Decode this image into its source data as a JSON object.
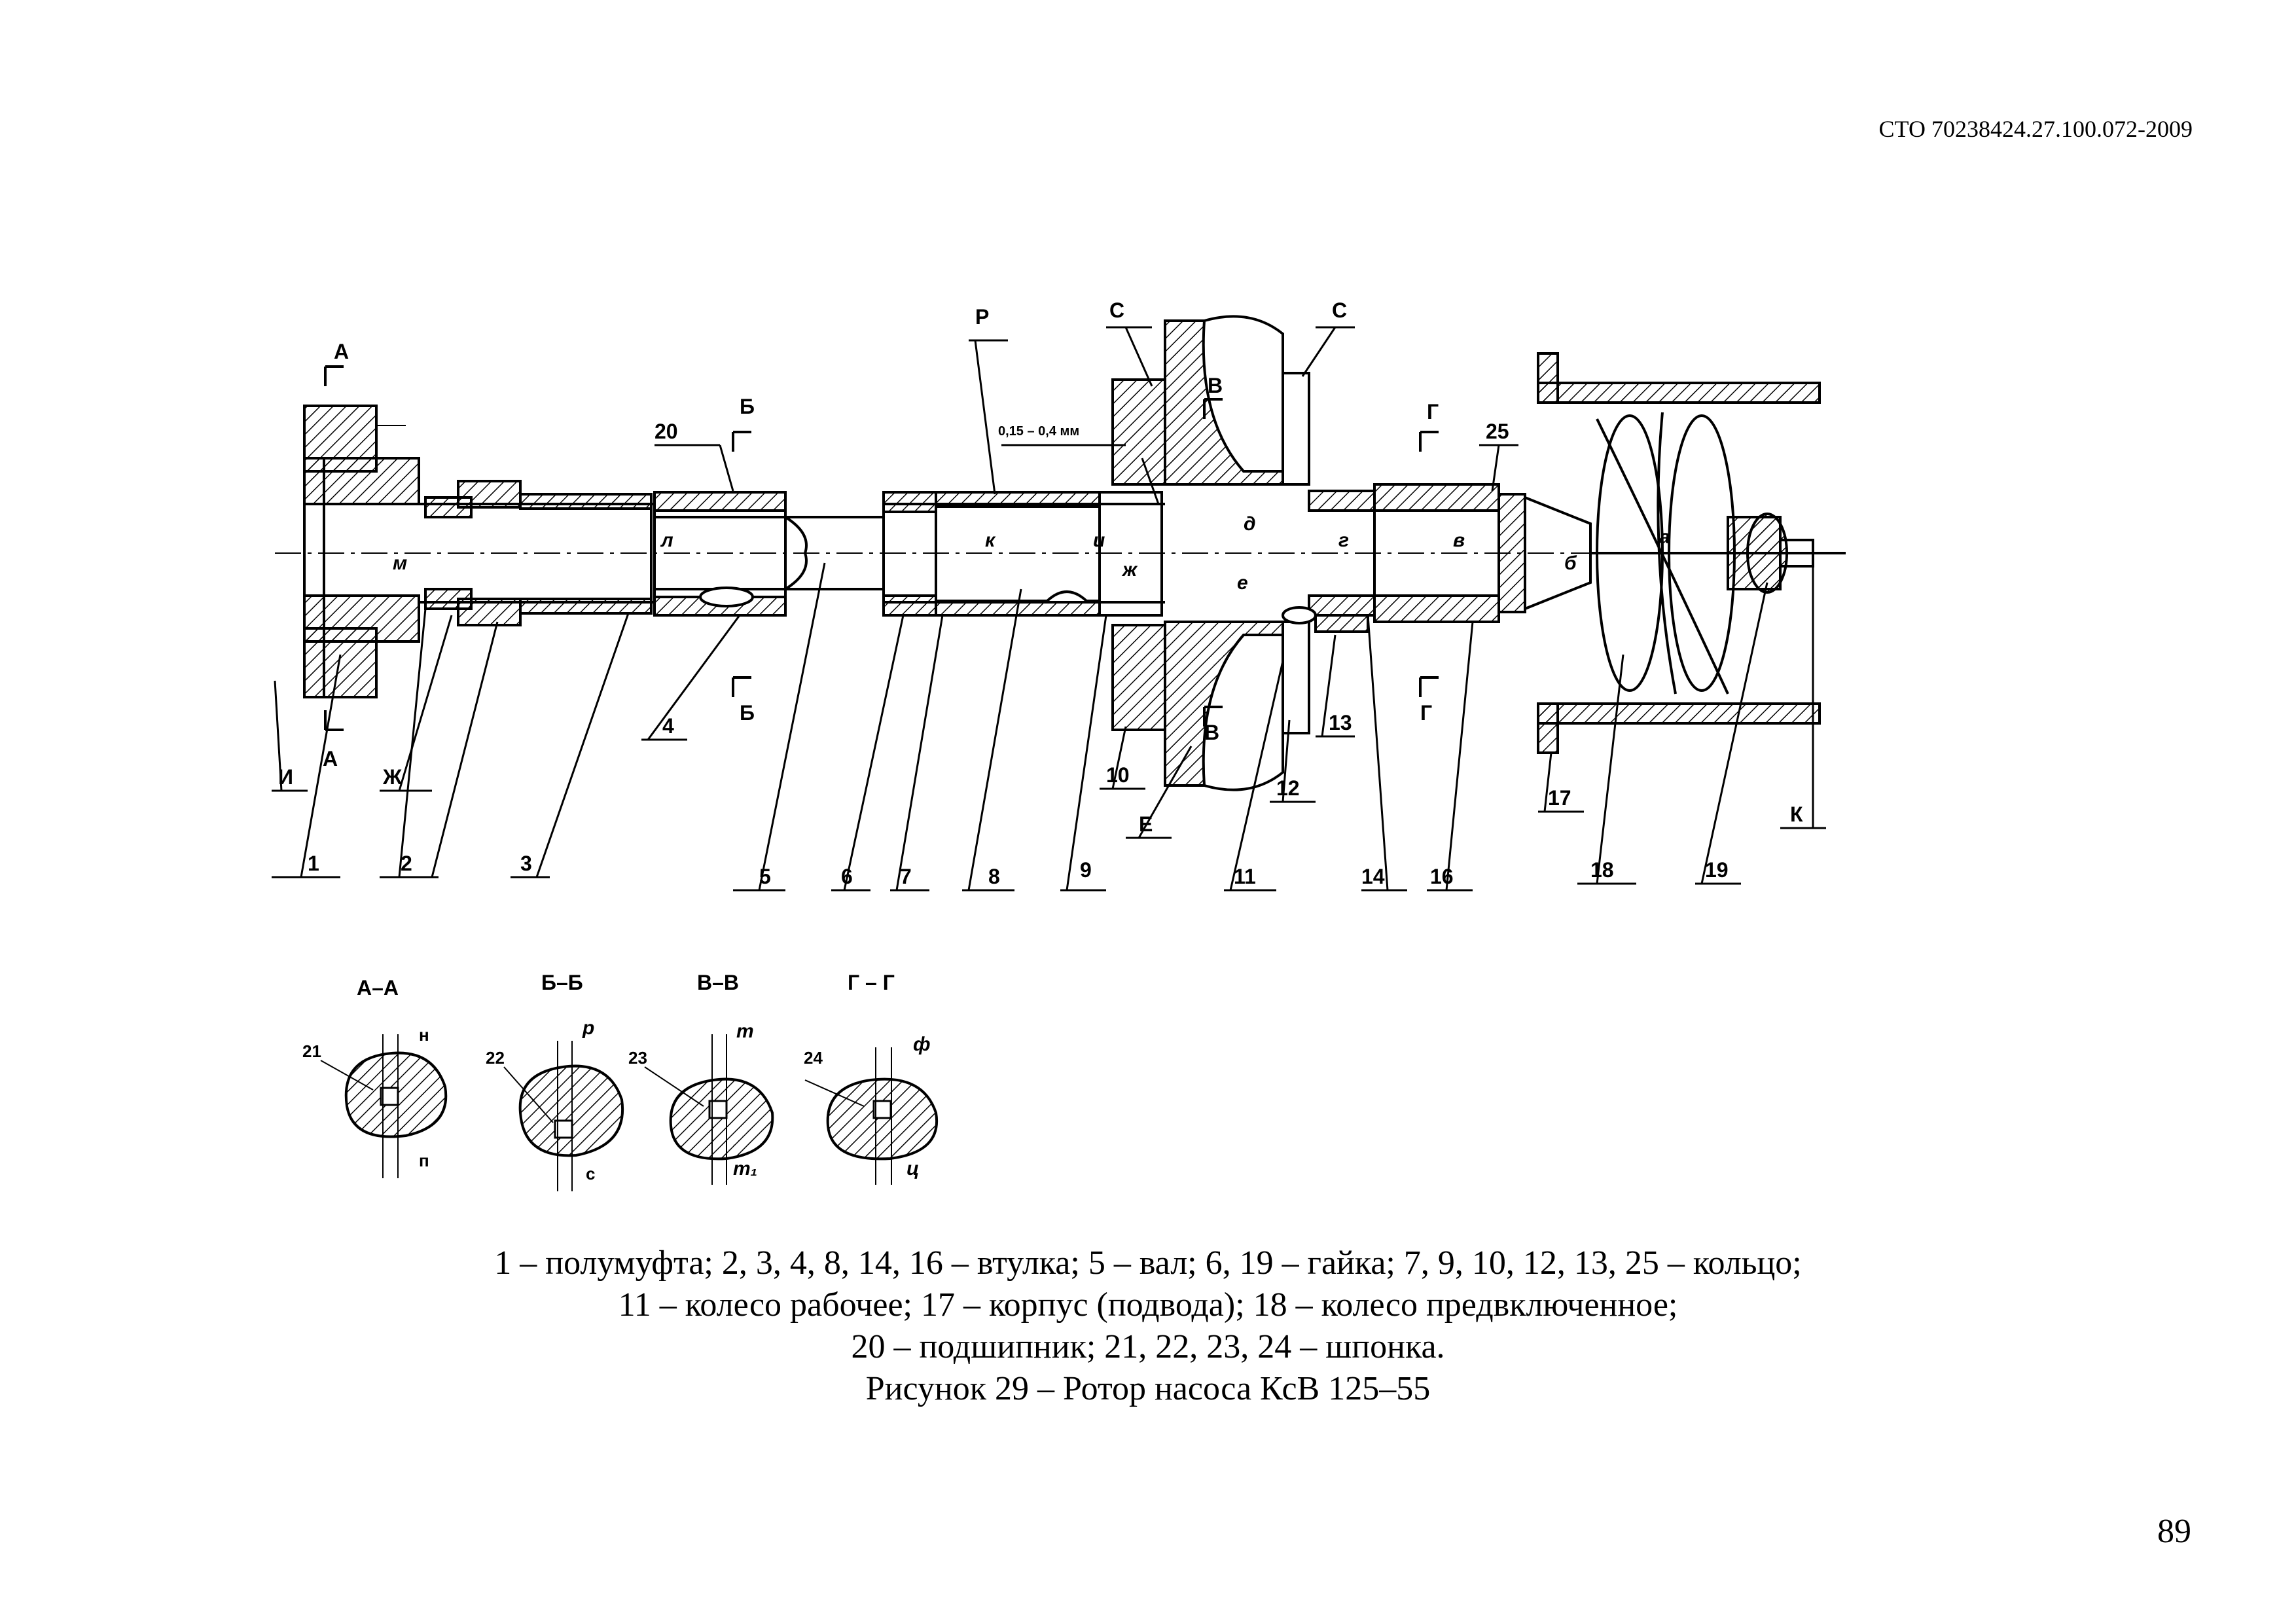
{
  "header": {
    "document_code": "СТО 70238424.27.100.072-2009"
  },
  "drawing": {
    "callouts": [
      "1",
      "2",
      "3",
      "4",
      "5",
      "6",
      "7",
      "8",
      "9",
      "10",
      "11",
      "12",
      "13",
      "14",
      "16",
      "17",
      "18",
      "19",
      "20",
      "25"
    ],
    "section_marks": {
      "a": "А",
      "b": "Б",
      "v": "В",
      "g": "Г",
      "s": "С",
      "r": "Р",
      "e": "Е",
      "i": "И",
      "k": "К",
      "zh": "Ж"
    },
    "clearance_note": "0,15 – 0,4 мм",
    "dimension_letters": {
      "m": "м",
      "l": "л",
      "k": "к",
      "i": "и",
      "zh": "ж",
      "e": "е",
      "d": "д",
      "g": "г",
      "v": "в",
      "b": "б",
      "a": "а"
    },
    "sections": [
      {
        "title": "А–А",
        "key": "21",
        "top": "н",
        "bottom": "п"
      },
      {
        "title": "Б–Б",
        "key": "22",
        "top": "р",
        "bottom": "с"
      },
      {
        "title": "В–В",
        "key": "23",
        "top": "т",
        "bottom": "т₁"
      },
      {
        "title": "Г – Г",
        "key": "24",
        "top": "ф",
        "bottom": "ц"
      }
    ]
  },
  "caption": {
    "line1": "1 – полумуфта; 2, 3, 4, 8, 14, 16 – втулка; 5 – вал; 6, 19 – гайка; 7, 9, 10, 12, 13, 25 – кольцо;",
    "line2": "11 – колесо рабочее; 17 – корпус (подвода); 18 – колесо предвключенное;",
    "line3": "20 – подшипник; 21, 22, 23, 24 – шпонка.",
    "title": "Рисунок 29 – Ротор насоса КсВ 125–55"
  },
  "page_number": "89"
}
